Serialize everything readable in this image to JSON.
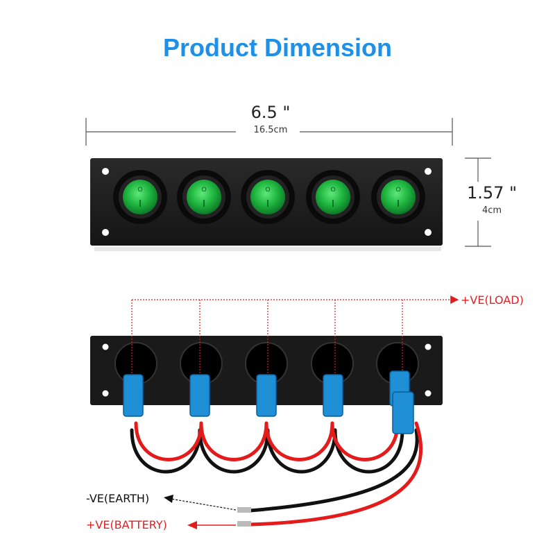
{
  "title": "Product Dimension",
  "dimensions": {
    "width_inch": "6.5 \"",
    "width_cm": "16.5cm",
    "height_inch": "1.57 \"",
    "height_cm": "4cm"
  },
  "wiring_labels": {
    "load": "+VE(LOAD)",
    "earth": "-VE(EARTH)",
    "battery": "+VE(BATTERY)"
  },
  "switch_count": 5,
  "colors": {
    "title": "#1e90e8",
    "switch_green": "#22c24a",
    "wire_red": "#e31b1b",
    "wire_black": "#111111",
    "connector_blue": "#1f8fd6"
  }
}
